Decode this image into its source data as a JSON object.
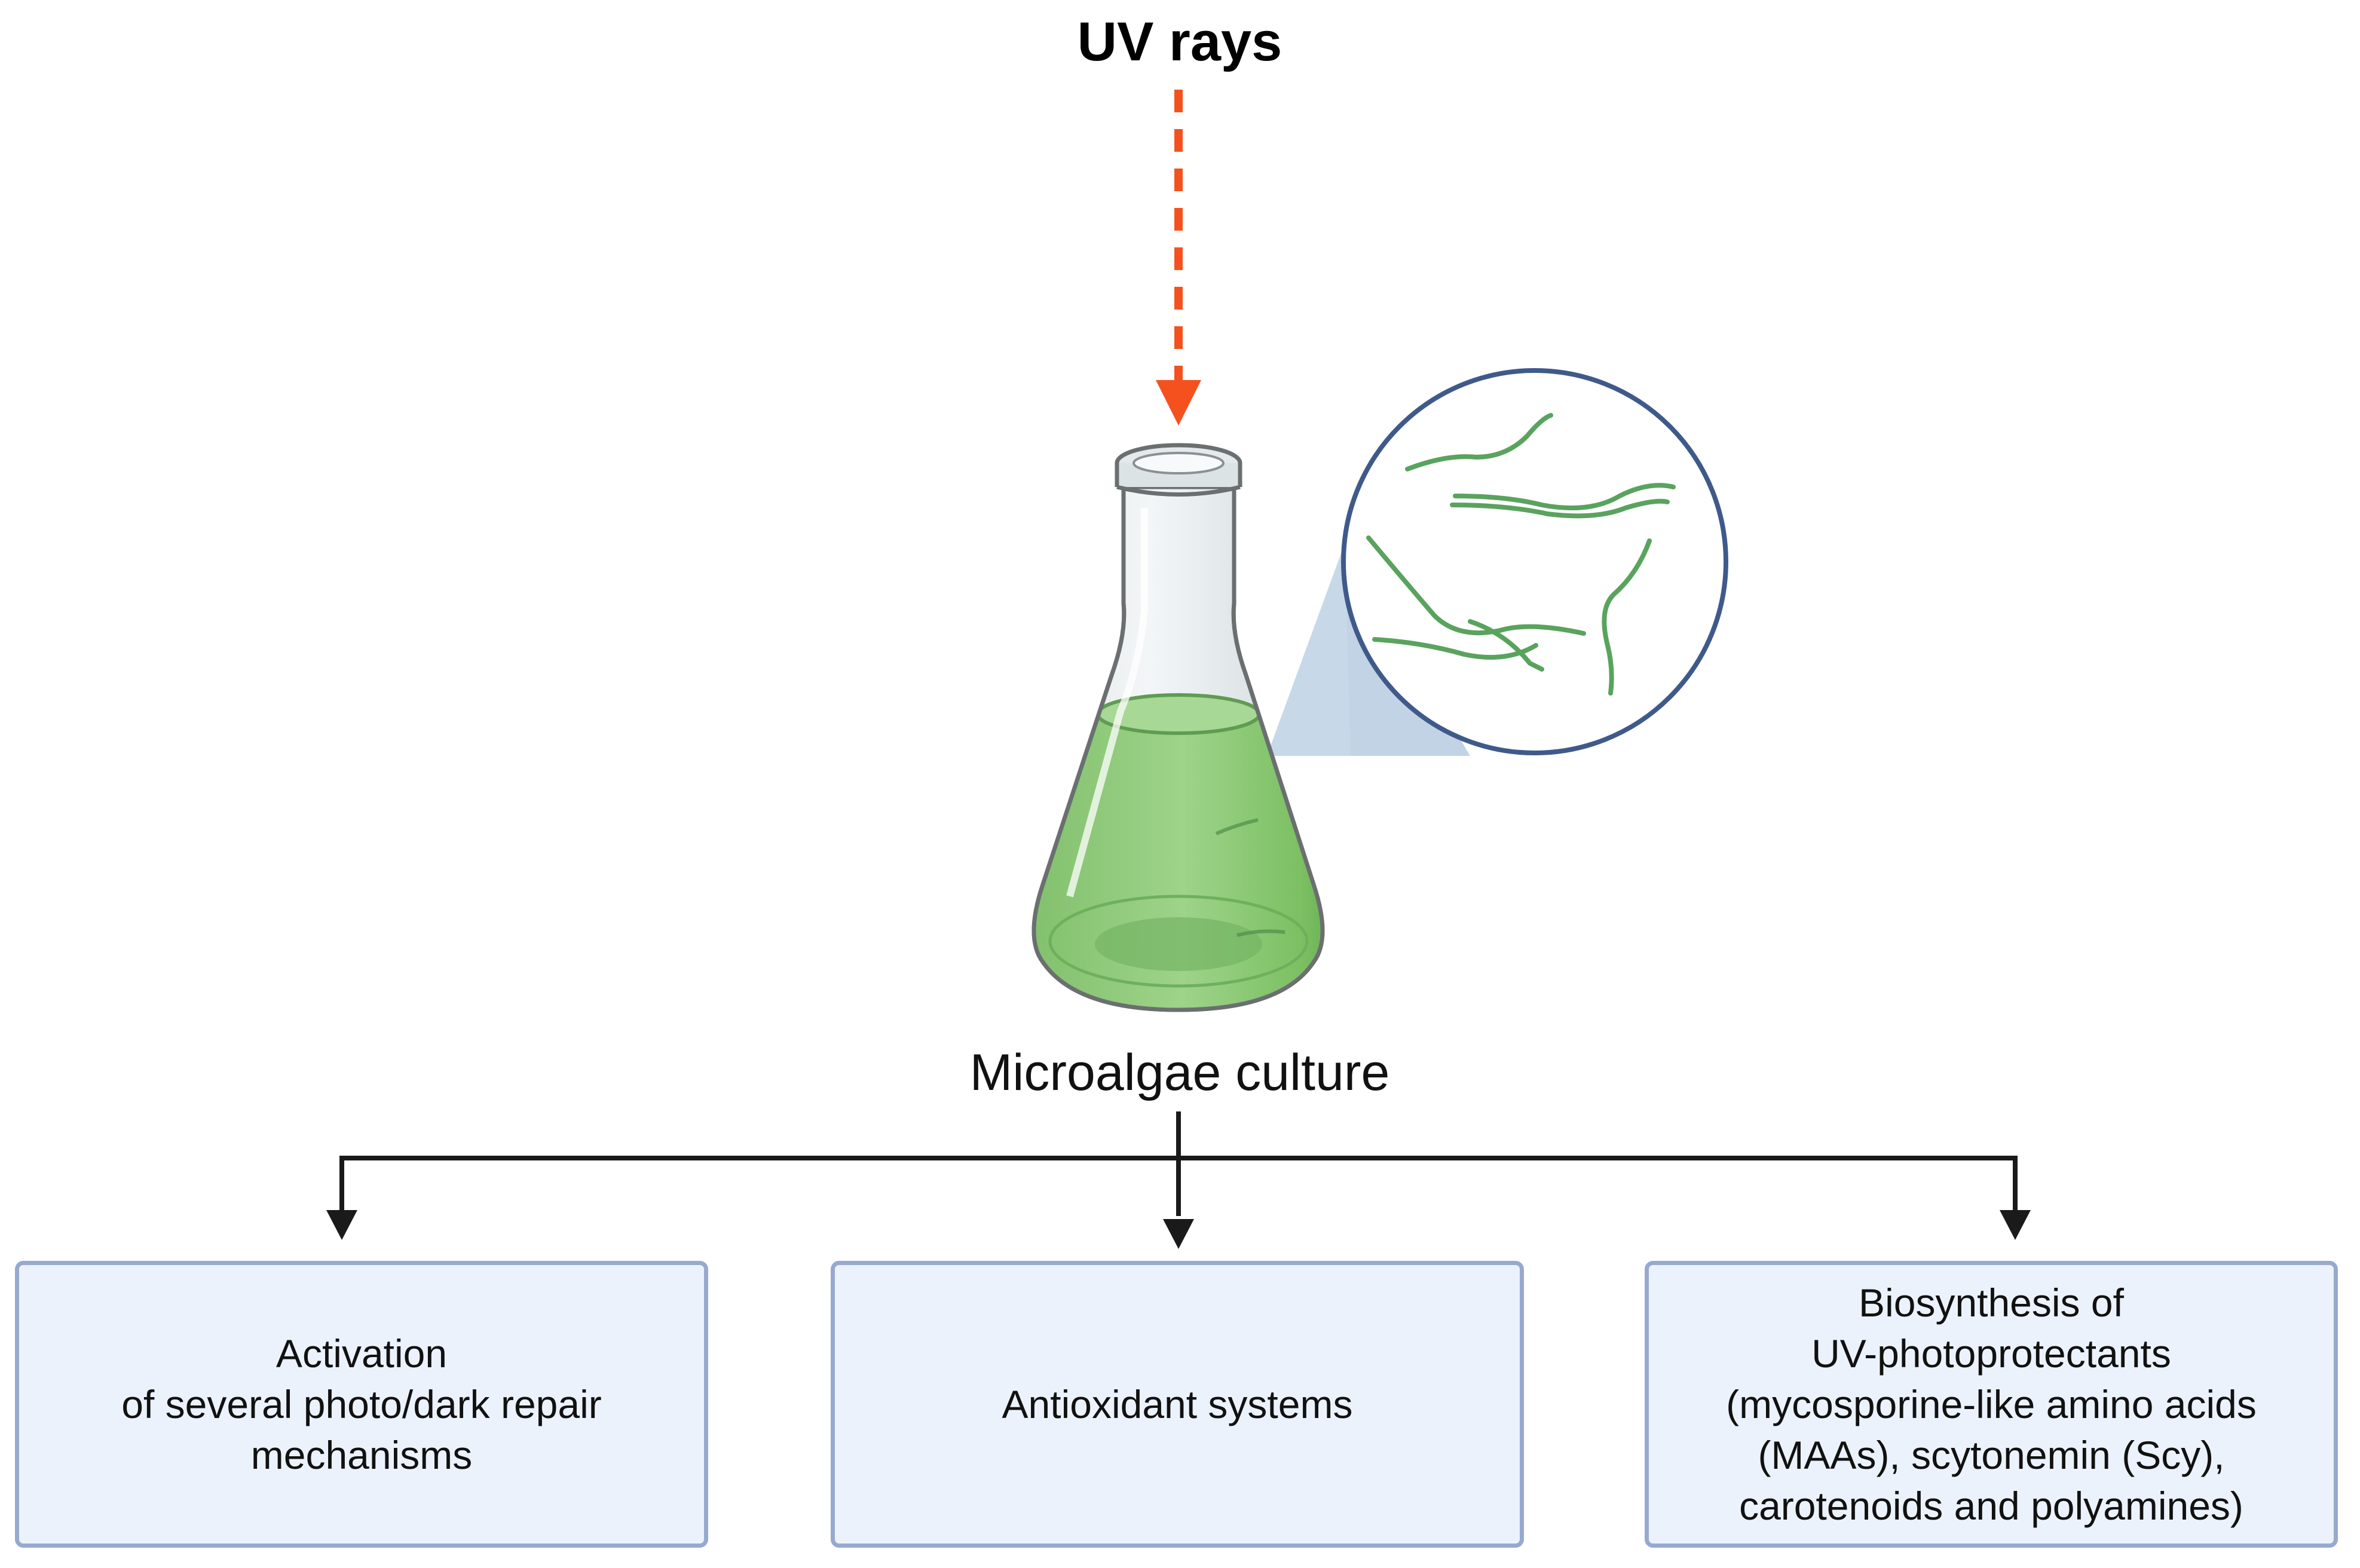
{
  "title": "UV rays",
  "flask_label": "Microalgae culture",
  "boxes": [
    {
      "text": "Activation\nof several photo/dark repair\nmechanisms"
    },
    {
      "text": "Antioxidant systems"
    },
    {
      "text": "Biosynthesis of\nUV-photoprotectants\n(mycosporine-like amino acids\n(MAAs), scytonemin (Scy),\ncarotenoids and polyamines)"
    }
  ],
  "colors": {
    "uv_arrow": "#f4511e",
    "culture_green": "#8cc97a",
    "filament_green": "#5aa35e",
    "box_fill": "#ecf2fc",
    "box_border": "#97a9cf",
    "connector": "#1a1a1a"
  }
}
